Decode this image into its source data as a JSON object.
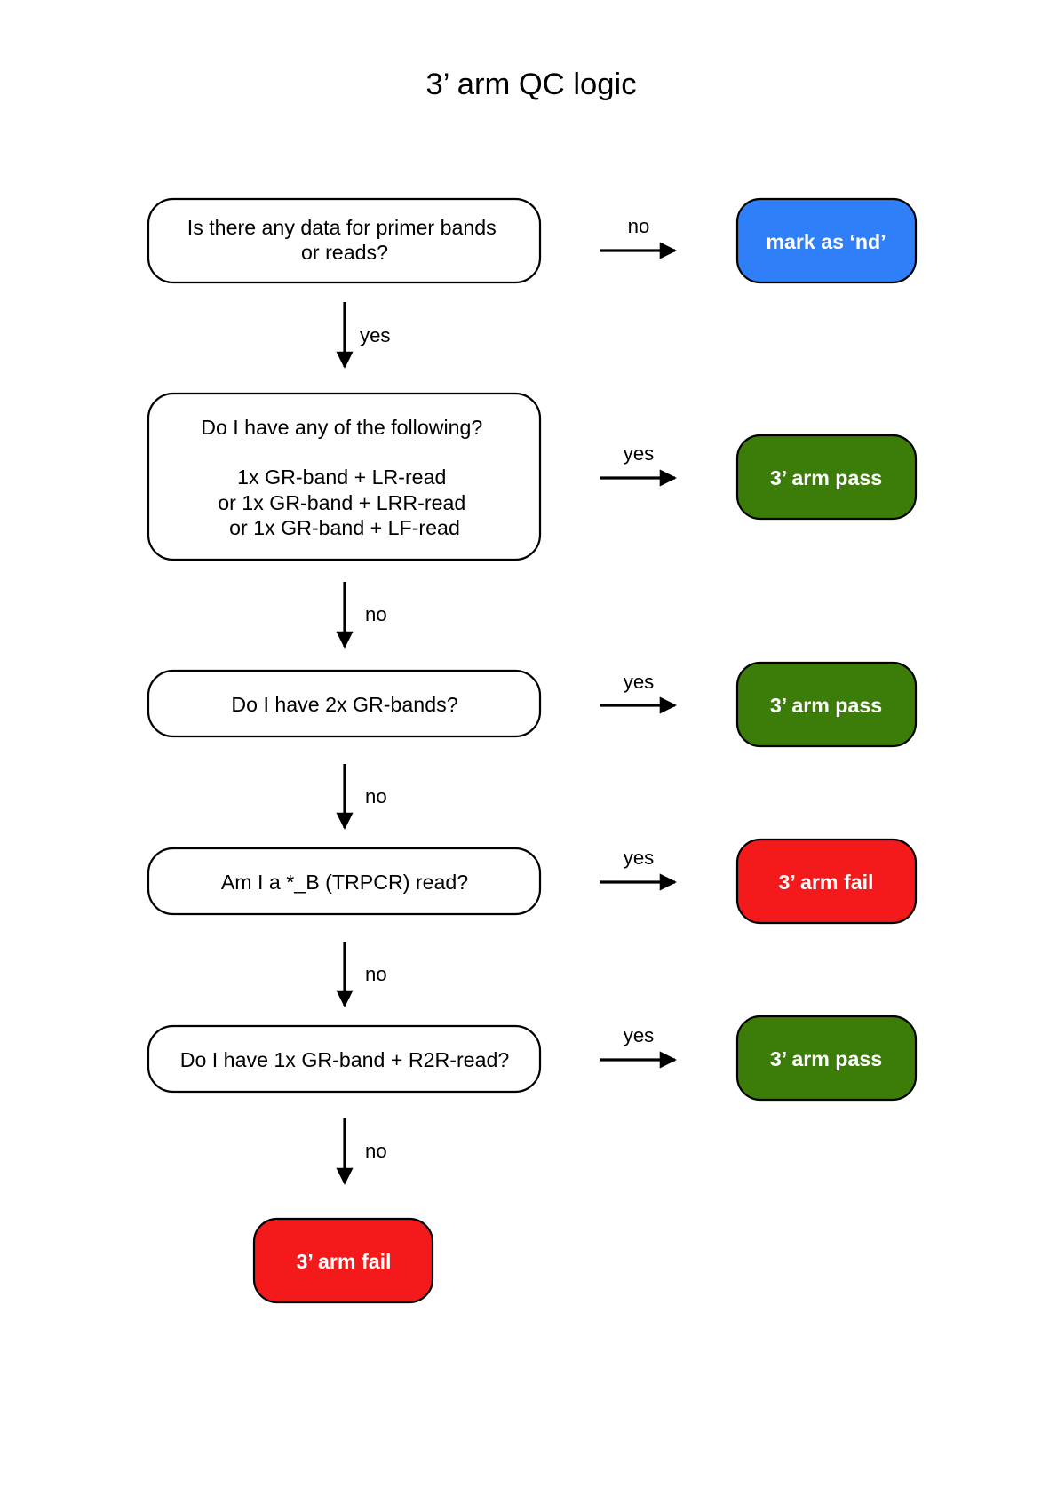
{
  "title": "3’ arm QC logic",
  "colors": {
    "outcome_nd": "#2f80f8",
    "outcome_pass": "#3c7d0a",
    "outcome_fail": "#f4191a",
    "stroke": "#000000"
  },
  "questions": {
    "q1": {
      "lines": [
        "Is there any data for primer bands",
        "or reads?"
      ]
    },
    "q2": {
      "lines": [
        "Do I have any of the following?",
        "",
        "1x GR-band + LR-read",
        "or 1x GR-band + LRR-read",
        "or 1x GR-band + LF-read"
      ]
    },
    "q3": {
      "lines": [
        "Do I have 2x GR-bands?"
      ]
    },
    "q4": {
      "lines": [
        "Am I a *_B (TRPCR) read?"
      ]
    },
    "q5": {
      "lines": [
        "Do I have 1x GR-band + R2R-read?"
      ]
    }
  },
  "outcomes": {
    "o1": "mark as ‘nd’",
    "o2": "3’ arm pass",
    "o3": "3’ arm pass",
    "o4": "3’ arm fail",
    "o5": "3’ arm pass",
    "final": "3’ arm fail"
  },
  "labels": {
    "q1_side": "no",
    "q2_side": "yes",
    "q3_side": "yes",
    "q4_side": "yes",
    "q5_side": "yes",
    "q1_down": "yes",
    "q2_down": "no",
    "q3_down": "no",
    "q4_down": "no",
    "q5_down": "no"
  }
}
